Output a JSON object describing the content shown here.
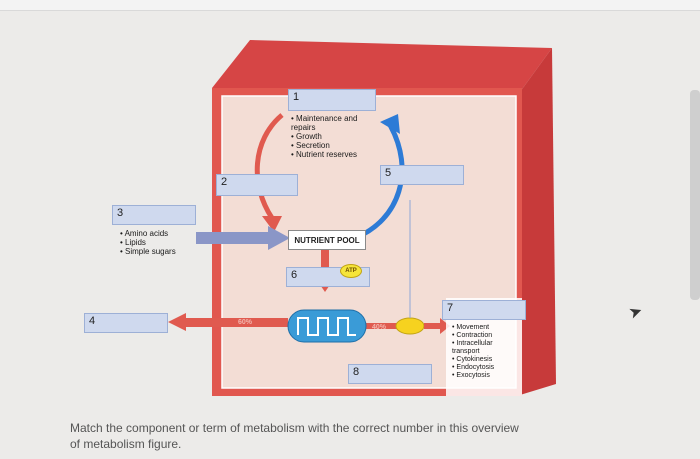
{
  "boxes": {
    "b1": "1",
    "b2": "2",
    "b3": "3",
    "b4": "4",
    "b5": "5",
    "b6": "6",
    "b7": "7",
    "b8": "8"
  },
  "lists": {
    "top": [
      "Maintenance and repairs",
      "Growth",
      "Secretion",
      "Nutrient reserves"
    ],
    "left": [
      "Amino acids",
      "Lipids",
      "Simple sugars"
    ],
    "right": [
      "Movement",
      "Contraction",
      "Intracellular transport",
      "Cytokinesis",
      "Endocytosis",
      "Exocytosis"
    ]
  },
  "nutrient_pool": "NUTRIENT POOL",
  "atp": "ATP",
  "pct_60": "60%",
  "pct_40": "40%",
  "caption": "Match the component or term of metabolism with the correct number in this overview of metabolism figure.",
  "colors": {
    "cell_outer": "#d94848",
    "cell_inner": "#f3ddd5",
    "arrow_blue": "#2d7bd6",
    "arrow_red": "#e05a4f",
    "box_fill": "#cfd9ee"
  }
}
